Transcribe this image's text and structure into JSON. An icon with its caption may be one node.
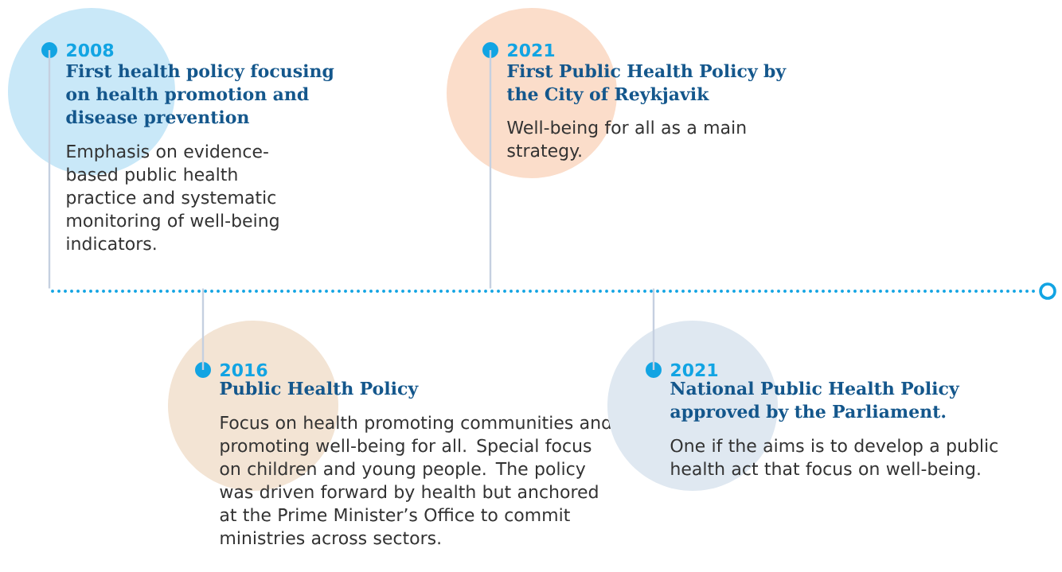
{
  "diagram": {
    "nodes": [
      {
        "text": [
          "2008",
          "First health policy focusing on health promotion and disease prevention",
          "Emphasis on evidence-based public health practice and systematic monitoring of well-being indicators."
        ]
      },
      {
        "text": [
          "2016",
          "Public Health Policy",
          "Focus on health promoting communities and promoting well-being for all. Special focus on children and young people. The policy was driven forward by health but anchored at the Prime Minister’s Office to commit ministries across sectors."
        ]
      },
      {
        "text": [
          "2021",
          "First Public Health Policy by the City of Reykjavik",
          "Well-being for all as a main strategy."
        ]
      },
      {
        "text": [
          "2021",
          "National Public Health Policy approved by the Parliament.",
          "One if the aims is to develop a public health act that focus on well-being."
        ]
      },
      {
        "text": [],
        "shape": "bar"
      }
    ],
    "edges": [
      {
        "from": 0,
        "to": 4,
        "arrow": "none"
      },
      {
        "from": 1,
        "to": 4,
        "arrow": "none"
      },
      {
        "from": 2,
        "to": 4,
        "arrow": "none"
      },
      {
        "from": 3,
        "to": 4,
        "arrow": "none"
      }
    ]
  }
}
